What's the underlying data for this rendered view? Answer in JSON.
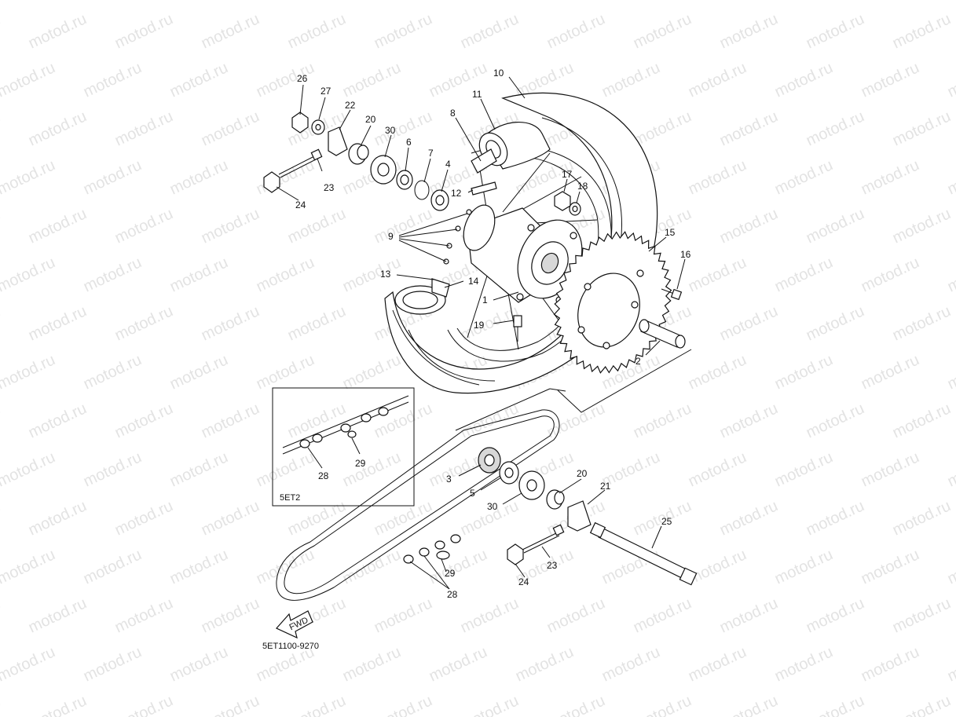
{
  "watermark": "motod.ru",
  "drawing_code": "5ET1100-9270",
  "inset_label": "5ET2",
  "fwd_label": "FWD",
  "callouts": {
    "p26": "26",
    "p27": "27",
    "p22": "22",
    "p20a": "20",
    "p30a": "30",
    "p6a": "6",
    "p7": "7",
    "p4": "4",
    "p8": "8",
    "p11": "11",
    "p10": "10",
    "p12": "12",
    "p17": "17",
    "p18": "18",
    "p23a": "23",
    "p24a": "24",
    "p9": "9",
    "p15": "15",
    "p16": "16",
    "p13": "13",
    "p14": "14",
    "p1": "1",
    "p19": "19",
    "p2": "2",
    "p28a": "28",
    "p29a": "29",
    "p3": "3",
    "p5": "5",
    "p30b": "30",
    "p20b": "20",
    "p21": "21",
    "p25": "25",
    "p23b": "23",
    "p24b": "24",
    "p29b": "29",
    "p28b": "28"
  }
}
